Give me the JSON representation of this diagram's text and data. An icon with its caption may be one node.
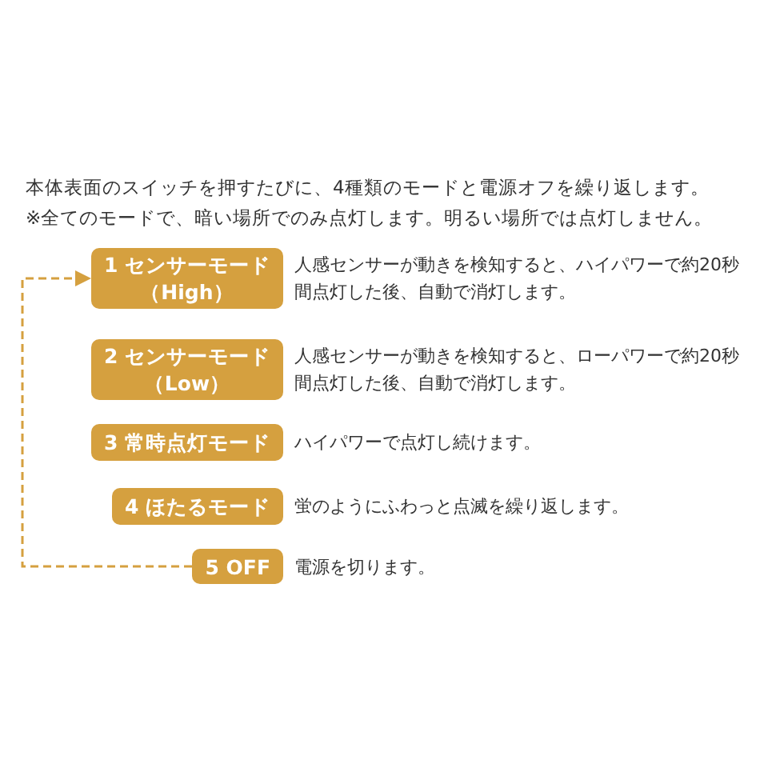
{
  "diagram": {
    "nodes": [
      {
        "text": [
          "1 センサーモード",
          "（High）"
        ],
        "beside": [
          "人感センサーが動きを検知すると、ハイパワーで約20秒間点灯した後、自動で消灯します。"
        ]
      },
      {
        "text": [
          "2 センサーモード",
          "（Low）"
        ],
        "beside": [
          "人感センサーが動きを検知すると、ローパワーで約20秒間点灯した後、自動で消灯します。"
        ]
      },
      {
        "text": [
          "3 常時点灯モード"
        ],
        "beside": [
          "ハイパワーで点灯し続けます。"
        ]
      },
      {
        "text": [
          "4 ほたるモード"
        ],
        "beside": [
          "蛍のようにふわっと点滅を繰り返します。"
        ]
      },
      {
        "text": [
          "5 OFF"
        ],
        "beside": [
          "電源を切ります。"
        ]
      }
    ],
    "edges": [
      {
        "from": 4,
        "to": 0,
        "arrow": "to",
        "style": "dashed"
      }
    ],
    "labels": [
      "本体表面のスイッチを押すたびに、4種類のモードと電源オフを繰り返します。",
      "※全てのモードで、暗い場所でのみ点灯します。明るい場所では点灯しません。"
    ]
  }
}
